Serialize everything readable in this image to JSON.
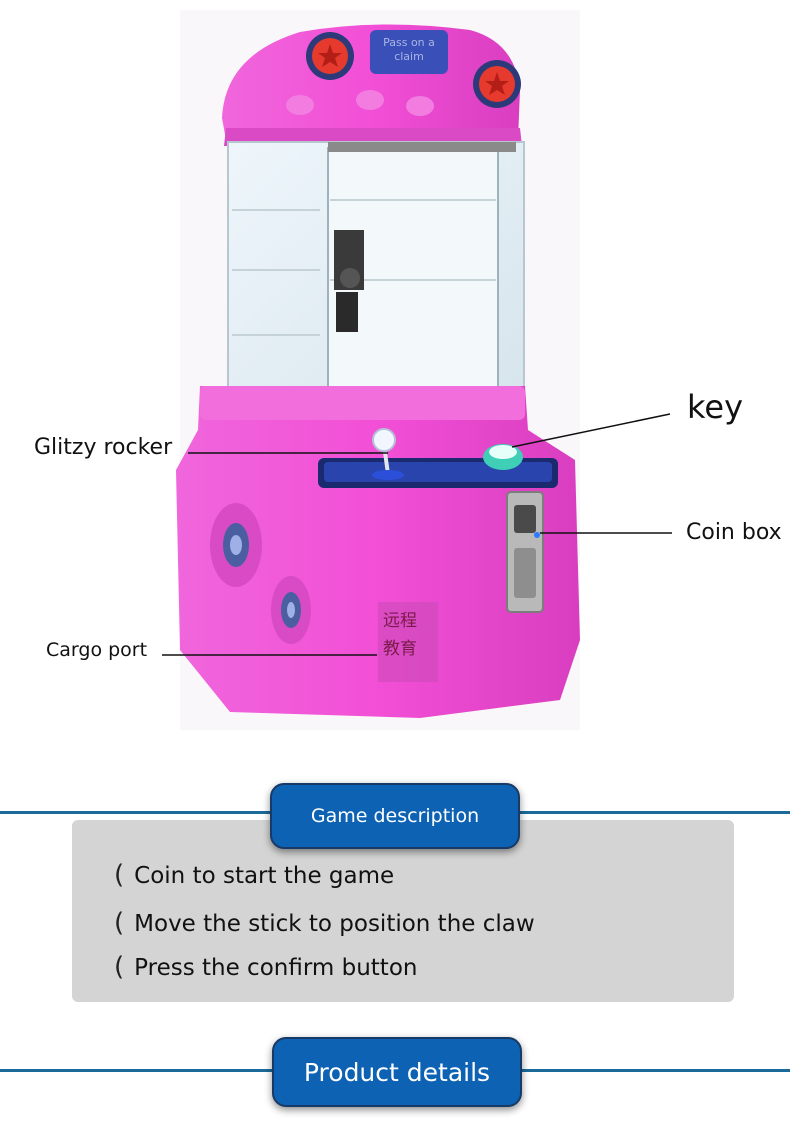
{
  "callouts": {
    "key": "key",
    "glitzy_rocker": "Glitzy rocker",
    "coin_box": "Coin box",
    "cargo_port": "Cargo port"
  },
  "machine": {
    "marquee_text": "Pass on a claim",
    "cargo_sign_line1": "远程",
    "cargo_sign_line2": "教育",
    "body_color": "#f04fd4",
    "accent_color": "#e63a2e"
  },
  "game_description": {
    "title": "Game description",
    "items": [
      "Coin to start the game",
      "Move the stick to position the claw",
      "Press the confirm button"
    ]
  },
  "product_details": {
    "title": "Product details"
  },
  "colors": {
    "section_blue": "#0d62b3",
    "rule_blue": "#1a6a9a",
    "box_gray": "#d4d4d4"
  }
}
